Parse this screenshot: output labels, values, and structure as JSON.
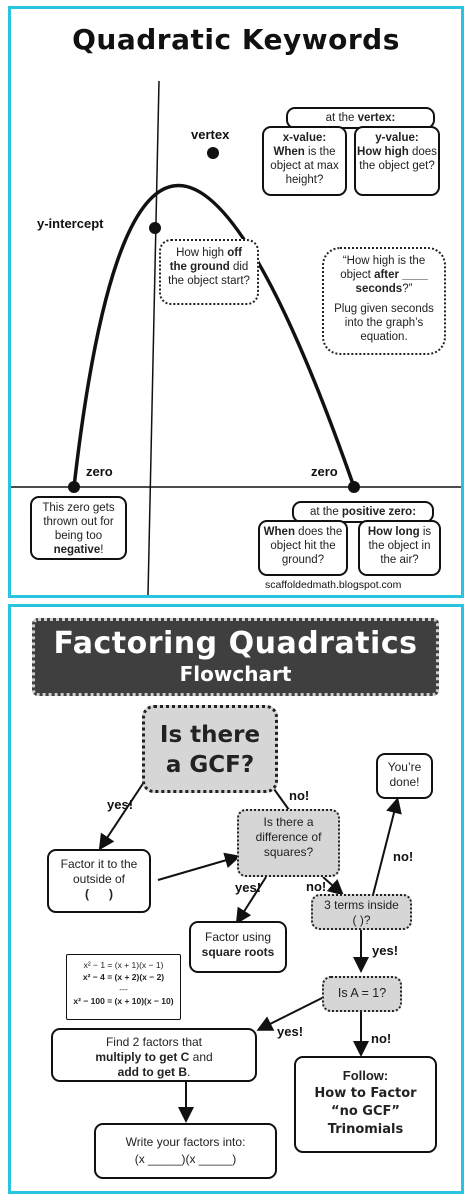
{
  "panel1": {
    "title": "Quadratic Keywords",
    "labels": {
      "vertex": "vertex",
      "y_intercept": "y-intercept",
      "zero_left": "zero",
      "zero_right": "zero"
    },
    "vertex_header": {
      "pre": "at the ",
      "bold": "vertex:"
    },
    "x_value": {
      "head": "x-value:",
      "b1": "When",
      "t1": " is the object at max height?"
    },
    "y_value": {
      "head": "y-value:",
      "b1": "How high",
      "t1": " does the object get?"
    },
    "yint_box": {
      "t1": "How high ",
      "b1": "off the ground",
      "t2": " did the object start?"
    },
    "after_box": {
      "t1": "“How high is the object ",
      "b1": "after ____ seconds",
      "t2": "?”",
      "t3": "Plug given seconds into the graph’s equation."
    },
    "neg_zero": {
      "t1": "This zero gets thrown out for being too ",
      "b1": "negative",
      "t2": "!"
    },
    "pos_header": {
      "pre": "at the ",
      "bold": "positive zero:"
    },
    "when_box": {
      "b1": "When",
      "t1": " does the object hit the ground?"
    },
    "howlong_box": {
      "b1": "How long",
      "t1": " is the object in the air?"
    },
    "credit": "scaffoldedmath.blogspot.com"
  },
  "panel2": {
    "title_line1": "Factoring Quadratics",
    "title_line2": "Flowchart",
    "gcf_q": "Is there a GCF?",
    "diff_q": "Is there a difference of squares?",
    "factor_outside": {
      "t1": "Factor it to the outside of",
      "t2": "(      )"
    },
    "square_roots": {
      "t1": "Factor using",
      "b1": "square roots"
    },
    "examples": [
      "x² − 1 = (x + 1)(x − 1)",
      "x² − 4 = (x + 2)(x − 2)",
      "---",
      "x² − 100 = (x + 10)(x − 10)"
    ],
    "terms_q": {
      "t1": "3 terms inside",
      "t2": "(  )?"
    },
    "a_q": "Is A = 1?",
    "done": "You’re done!",
    "find2": {
      "t1": "Find 2 factors that",
      "b1": "multiply to get C",
      "t2": " and",
      "b2": "add to get B",
      "t3": "."
    },
    "write": {
      "t1": "Write your factors into:",
      "t2": "(x _____)(x _____)"
    },
    "follow": {
      "t1": "Follow:",
      "b1": "How to Factor “no GCF” Trinomials"
    },
    "arrow_labels": {
      "yes_gcf": "yes!",
      "no_gcf": "no!",
      "yes_diff": "yes!",
      "no_diff": "no!",
      "no_terms": "no!",
      "yes_terms": "yes!",
      "yes_a": "yes!",
      "no_a": "no!"
    }
  }
}
